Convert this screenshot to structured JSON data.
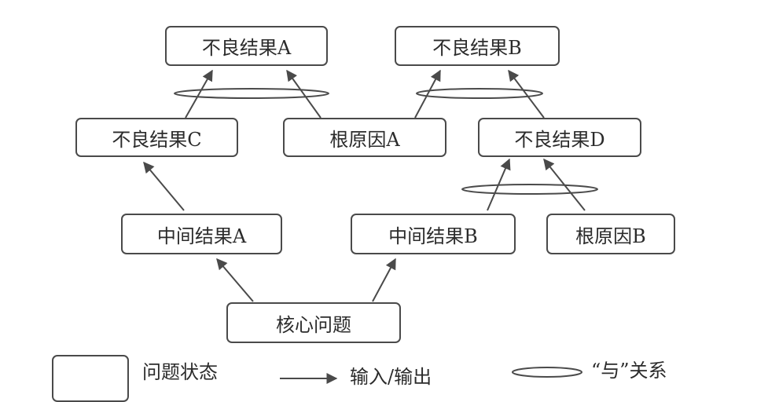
{
  "nodes": {
    "bad_a": "不良结果A",
    "bad_b": "不良结果B",
    "bad_c": "不良结果C",
    "root_a": "根原因A",
    "bad_d": "不良结果D",
    "mid_a": "中间结果A",
    "mid_b": "中间结果B",
    "root_b": "根原因B",
    "core": "核心问题"
  },
  "legend": {
    "state": "问题状态",
    "io": "输入/输出",
    "and": "“与”关系"
  },
  "colors": {
    "stroke": "#4a4a4a",
    "text": "#2b2b2b",
    "background": "#ffffff"
  }
}
